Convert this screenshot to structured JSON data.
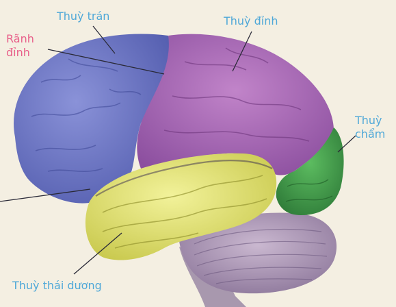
{
  "labels": {
    "frontal_lobe": "Thuỳ trán",
    "central_sulcus": "Rãnh đỉnh",
    "parietal_lobe": "Thuỳ đỉnh",
    "occipital_lobe": "Thuỳ chẩm",
    "temporal_lobe": "Thuỳ thái dương"
  },
  "colors": {
    "label_text": "#4fa8d8",
    "sulcus_label_text": "#e8608a",
    "frontal_lobe": "#6b74c4",
    "parietal_lobe": "#a364b4",
    "occipital_lobe": "#3e9a48",
    "temporal_lobe": "#dede6c",
    "cerebellum": "#9c86a8",
    "brainstem": "#a898ae",
    "leader_line": "#2a2a38"
  }
}
